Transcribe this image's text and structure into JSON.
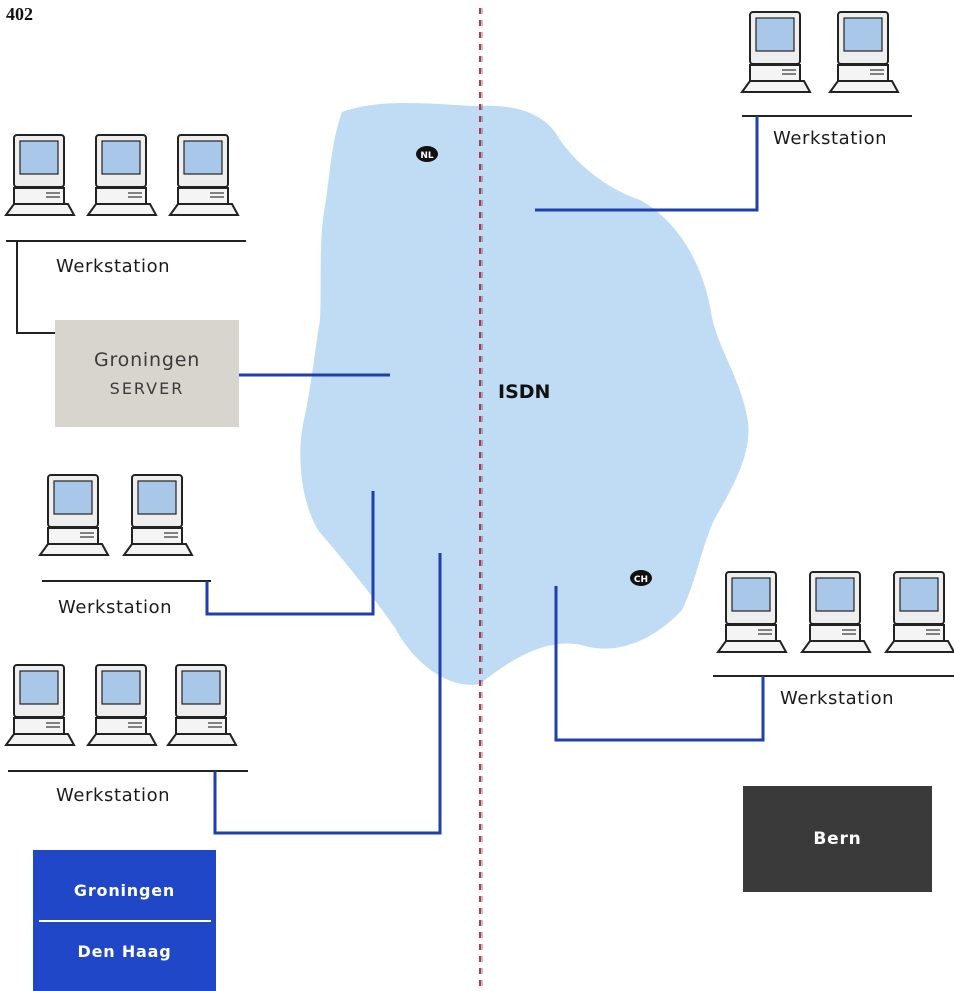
{
  "page_number": "402",
  "network": {
    "label": "ISDN",
    "country_badges": [
      "NL",
      "CH"
    ]
  },
  "workstation_label": "Werkstation",
  "server": {
    "city": "Groningen",
    "type": "SERVER"
  },
  "left_legend": {
    "top": "Groningen",
    "bottom": "Den Haag"
  },
  "right_legend": "Bern",
  "colors": {
    "cloud": "#bfdcf4",
    "connection_line": "#1f3fae",
    "screen": "#a9c7e8",
    "server_box": "#d8d5cf",
    "groningen_box": "#1f47c8",
    "bern_box": "#3a3a3a",
    "border_line": "#b03a4a"
  }
}
